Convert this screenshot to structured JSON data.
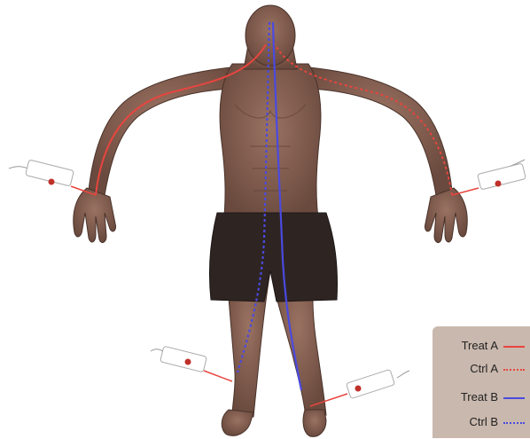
{
  "colors": {
    "background": "#ffffff",
    "skin": "#8a6455",
    "skin_dark": "#5e4238",
    "shorts": "#2e2523",
    "treat_a": "#e8453f",
    "treat_b": "#4a4ae0",
    "legend_bg": "#c9b8ad",
    "electrode": "#c0302a"
  },
  "legend": {
    "items": [
      {
        "label": "Treat A",
        "color": "#e8453f",
        "style": "solid"
      },
      {
        "label": "Ctrl A",
        "color": "#e8453f",
        "style": "dotted"
      },
      {
        "label": "Treat B",
        "color": "#4a4ae0",
        "style": "solid"
      },
      {
        "label": "Ctrl B",
        "color": "#4a4ae0",
        "style": "dotted"
      }
    ]
  },
  "figure": {
    "subject": "human-figure",
    "electrodes": [
      "left-wrist",
      "right-wrist",
      "left-ankle",
      "right-ankle"
    ]
  }
}
